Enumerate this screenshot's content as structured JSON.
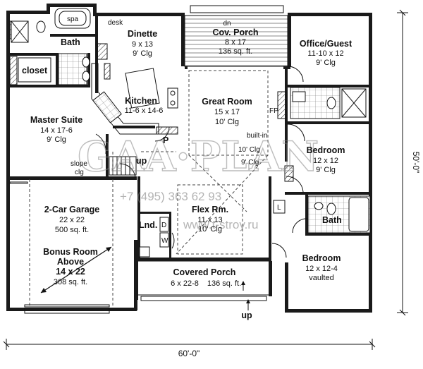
{
  "rooms": {
    "spa": "spa",
    "bath_master": "Bath",
    "closet": "closet",
    "desk": "desk",
    "dinette": {
      "name": "Dinette",
      "size": "9 x 13",
      "ceiling": "9' Clg"
    },
    "cov_porch": {
      "dn": "dn",
      "name": "Cov. Porch",
      "size": "8 x 17",
      "area": "136 sq. ft."
    },
    "office": {
      "name": "Office/Guest",
      "size": "11-10 x 12",
      "ceiling": "9' Clg"
    },
    "kitchen": {
      "name": "Kitchen",
      "size": "11-6 x 14-6"
    },
    "great_room": {
      "name": "Great Room",
      "size": "15 x 17",
      "ceiling": "10' Clg"
    },
    "fp": "FP",
    "master": {
      "name": "Master Suite",
      "size": "14 x 17-6",
      "ceiling": "9' Clg"
    },
    "pantry": "P",
    "builtin": "built-in",
    "clg10": "10' Clg",
    "clg9": "9' Clg",
    "bedroom1": {
      "name": "Bedroom",
      "size": "12 x 12",
      "ceiling": "9' Clg"
    },
    "slope": "slope",
    "slope_clg": "clg",
    "up_garage": "up",
    "garage": {
      "name": "2-Car Garage",
      "size": "22 x 22",
      "area": "500 sq. ft."
    },
    "bonus": {
      "line1": "Bonus Room",
      "line2": "Above",
      "size": "14 x 22",
      "area": "308 sq. ft."
    },
    "flex": {
      "name": "Flex Rm.",
      "size": "11 x 13",
      "ceiling": "10' Clg"
    },
    "lnd": "Lnd.",
    "d": "D",
    "w": "W",
    "linen": "L",
    "bath2": "Bath",
    "bedroom2": {
      "name": "Bedroom",
      "size": "12 x 12-4",
      "ceiling": "vaulted"
    },
    "covered_porch": {
      "name": "Covered Porch",
      "size": "6 x 22-8",
      "area": "136 sq. ft."
    },
    "up_front": "up"
  },
  "dimensions": {
    "width": "60'-0\"",
    "depth": "50'-0\""
  },
  "watermark": {
    "logo": "GAA·PLAN",
    "phone": "+7 (495) 363 62 93",
    "site": "www.t-stroy.ru"
  }
}
